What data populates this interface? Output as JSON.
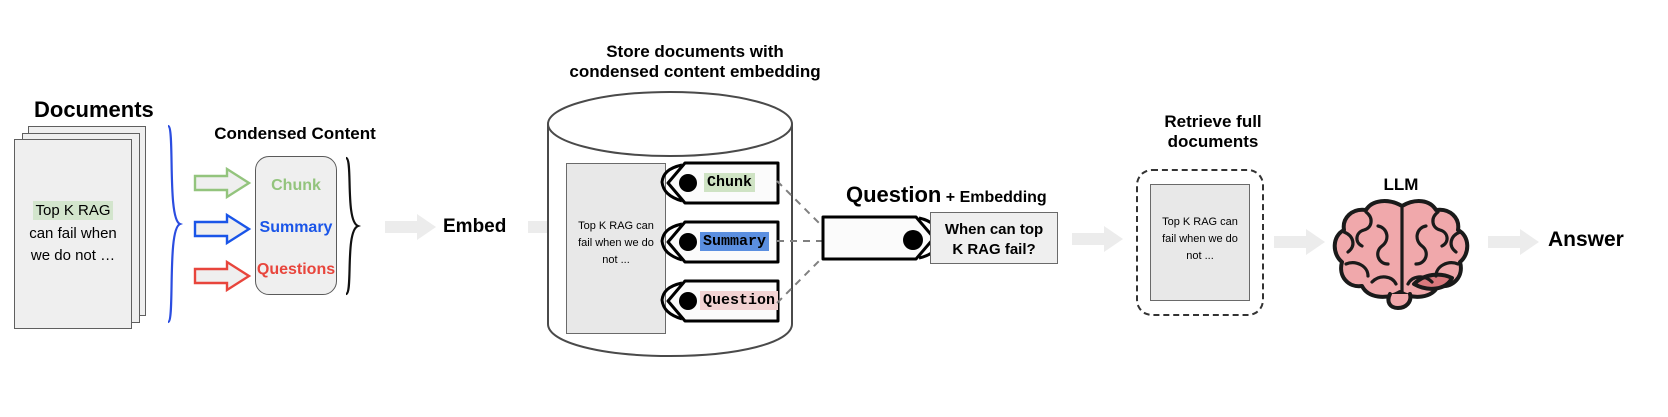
{
  "diagram": {
    "title_documents": "Documents",
    "title_condensed": "Condensed Content",
    "title_store": "Store documents with",
    "title_store2": "condensed content embedding",
    "title_retrieve": "Retrieve full",
    "title_retrieve2": "documents",
    "title_llm": "LLM",
    "label_embed": "Embed",
    "label_answer": "Answer",
    "question_label_strong": "Question",
    "question_label_rest": "+ Embedding"
  },
  "document": {
    "highlight": "Top K RAG",
    "line2": "can fail when",
    "line3": "we do not …",
    "highlight_color": "#d3e5cd"
  },
  "condensed": {
    "items": [
      {
        "label": "Chunk",
        "color": "#93c47d",
        "arrow_stroke": "#93c47d",
        "arrow_fill": "#efefef"
      },
      {
        "label": "Summary",
        "color": "#1a55e8",
        "arrow_stroke": "#1a55e8",
        "arrow_fill": "#efefef"
      },
      {
        "label": "Questions",
        "color": "#e8453c",
        "arrow_stroke": "#e8453c",
        "arrow_fill": "#efefef"
      }
    ]
  },
  "store": {
    "doc_line1": "Top K RAG can",
    "doc_line2": "fail when we do",
    "doc_line3": "not ...",
    "tags": [
      {
        "label": "Chunk",
        "highlight": "#cfe3c4"
      },
      {
        "label": "Summary",
        "highlight": "#5b8fe0"
      },
      {
        "label": "Question",
        "highlight": "#f2d3d3"
      }
    ]
  },
  "question": {
    "box_line1": "When can top",
    "box_line2": "K RAG fail?"
  },
  "retrieve": {
    "doc_line1": "Top K RAG can",
    "doc_line2": "fail when we do",
    "doc_line3": "not ..."
  },
  "colors": {
    "brace_blue": "#2b4de0",
    "gray_arrow": "#ececec",
    "outline": "#5f5f5f",
    "brain_pink": "#f0a8ab",
    "brain_pink_dark": "#d9797d",
    "brain_outline": "#1a1a1a"
  }
}
